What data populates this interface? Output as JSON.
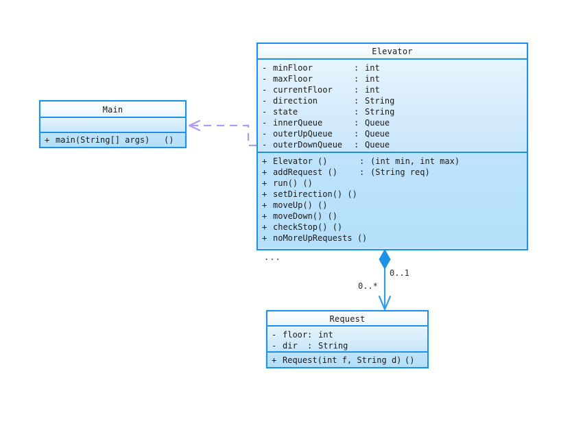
{
  "diagram": {
    "kind": "uml-class-diagram",
    "colors": {
      "class_border": "#1e90e8",
      "class_body_fill": "#c6e6fb",
      "class_header_fill": "#f7fcff",
      "association_line": "#2f9bea",
      "composition_diamond": "#1e90e8",
      "dependency_line": "#a99cf5"
    }
  },
  "classes": {
    "main": {
      "name": "Main",
      "attributes": [],
      "operations": [
        {
          "visibility": "+",
          "name": "main(String[] args)",
          "sep": "",
          "type": "()"
        }
      ]
    },
    "elevator": {
      "name": "Elevator",
      "attributes": [
        {
          "visibility": "-",
          "name": "minFloor",
          "sep": ":",
          "type": "int"
        },
        {
          "visibility": "-",
          "name": "maxFloor",
          "sep": ":",
          "type": "int"
        },
        {
          "visibility": "-",
          "name": "currentFloor",
          "sep": ":",
          "type": "int"
        },
        {
          "visibility": "-",
          "name": "direction",
          "sep": ":",
          "type": "String"
        },
        {
          "visibility": "-",
          "name": "state",
          "sep": ":",
          "type": "String"
        },
        {
          "visibility": "-",
          "name": "innerQueue",
          "sep": ":",
          "type": "Queue"
        },
        {
          "visibility": "-",
          "name": "outerUpQueue",
          "sep": ":",
          "type": "Queue"
        },
        {
          "visibility": "-",
          "name": "outerDownQueue",
          "sep": ":",
          "type": "Queue"
        }
      ],
      "operations": [
        {
          "visibility": "+",
          "name": "Elevator ()",
          "sep": ":",
          "type": "(int min, int max)"
        },
        {
          "visibility": "+",
          "name": "addRequest ()",
          "sep": ":",
          "type": "(String req)"
        },
        {
          "visibility": "+",
          "name": "run() ()",
          "sep": "",
          "type": ""
        },
        {
          "visibility": "+",
          "name": "setDirection() ()",
          "sep": "",
          "type": ""
        },
        {
          "visibility": "+",
          "name": "moveUp() ()",
          "sep": "",
          "type": ""
        },
        {
          "visibility": "+",
          "name": "moveDown() ()",
          "sep": "",
          "type": ""
        },
        {
          "visibility": "+",
          "name": "checkStop() ()",
          "sep": "",
          "type": ""
        },
        {
          "visibility": "+",
          "name": "noMoreUpRequests ()",
          "sep": "",
          "type": ""
        }
      ],
      "overflow_marker": "..."
    },
    "request": {
      "name": "Request",
      "attributes": [
        {
          "visibility": "-",
          "name": "floor",
          "sep": ":",
          "type": "int"
        },
        {
          "visibility": "-",
          "name": "dir",
          "sep": ":",
          "type": "String"
        }
      ],
      "operations": [
        {
          "visibility": "+",
          "name": "Request(int f, String d)",
          "sep": "",
          "type": "()"
        }
      ]
    }
  },
  "relationships": {
    "main_uses_elevator": {
      "type": "dependency",
      "from": "Elevator",
      "to": "Main",
      "style": "dashed"
    },
    "elevator_has_requests": {
      "type": "composition",
      "from": "Elevator",
      "to": "Request",
      "source_multiplicity": "0..1",
      "target_multiplicity": "0..*"
    }
  }
}
